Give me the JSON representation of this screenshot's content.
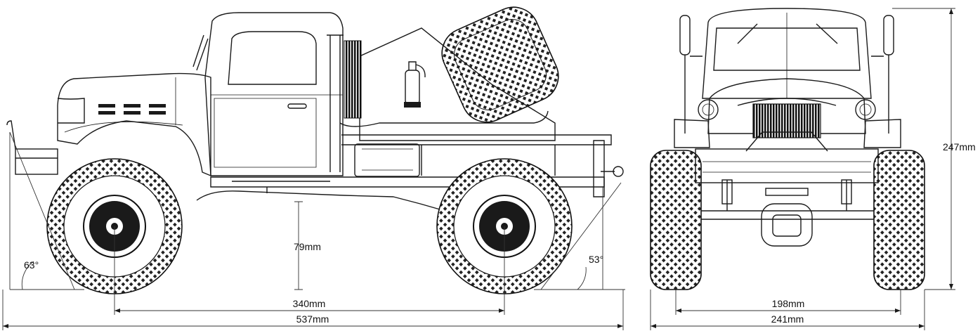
{
  "dimensions": {
    "ground_clearance": "79mm",
    "wheelbase": "340mm",
    "overall_length": "537mm",
    "track_width": "198mm",
    "overall_width": "241mm",
    "overall_height": "247mm",
    "approach_angle": "63°",
    "departure_angle": "53°"
  }
}
